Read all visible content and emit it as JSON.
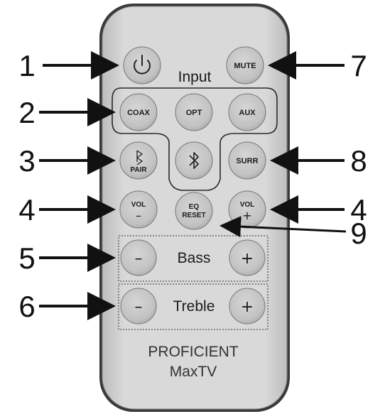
{
  "remote": {
    "input_label": "Input",
    "brand_line1": "PROFICIENT",
    "brand_line2": "MaxTV",
    "buttons": {
      "mute": "MUTE",
      "coax": "COAX",
      "opt": "OPT",
      "aux": "AUX",
      "pair": "PAIR",
      "surr": "SURR",
      "vol": "VOL",
      "minus": "–",
      "plus": "+",
      "eq": "EQ",
      "reset": "RESET"
    },
    "bass_label": "Bass",
    "treble_label": "Treble"
  },
  "callouts": [
    "1",
    "2",
    "3",
    "4",
    "5",
    "6",
    "7",
    "8",
    "4",
    "9"
  ],
  "colors": {
    "body": "#d3d3d3",
    "body_outline": "#3a3a3a",
    "button": "#c4c4c4",
    "arrow": "#111111"
  },
  "icons": [
    "power-icon",
    "bluetooth-icon"
  ]
}
